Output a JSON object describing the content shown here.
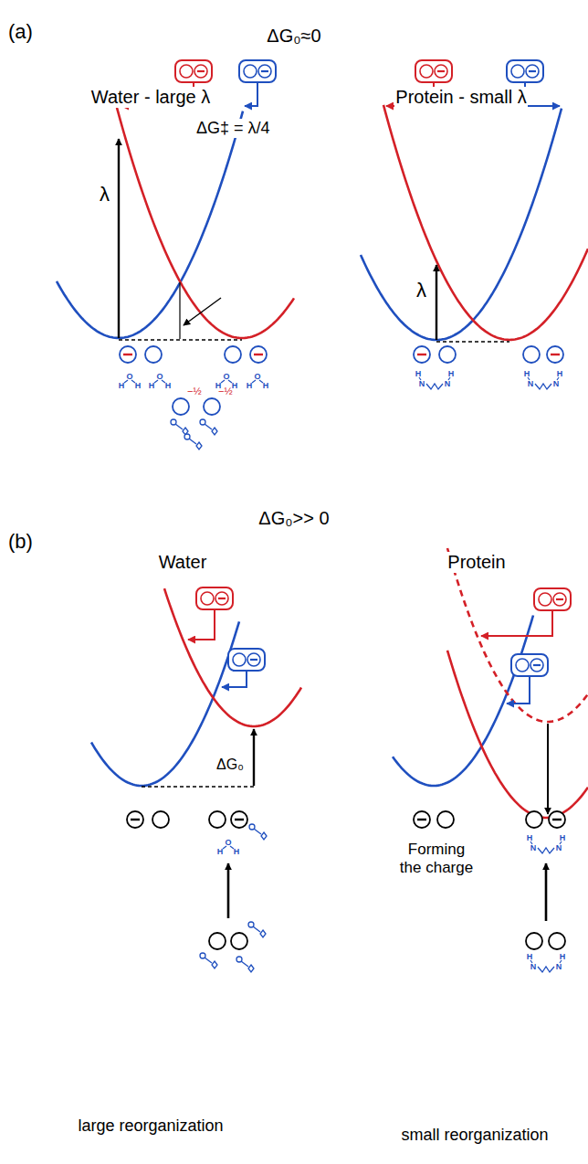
{
  "diagram": {
    "labels": [
      "(a)",
      "ΔG₀≈0",
      "Water - large λ",
      "Protein - small λ",
      "λ",
      "ΔG‡ = λ/4",
      "−½",
      "−½",
      "λ",
      "(b)",
      "ΔG₀>> 0",
      "Water",
      "Protein",
      "ΔG₀",
      "Forming the charge",
      "large reorganization",
      "small reorganization",
      "O",
      "H",
      "H",
      "O",
      "H",
      "H",
      "O",
      "H",
      "H",
      "O",
      "H",
      "H",
      "H",
      "N",
      "N",
      "H",
      "H",
      "N",
      "N",
      "H",
      "O",
      "H",
      "H",
      "H",
      "N",
      "N",
      "H",
      "H",
      "N",
      "N",
      "H"
    ]
  }
}
